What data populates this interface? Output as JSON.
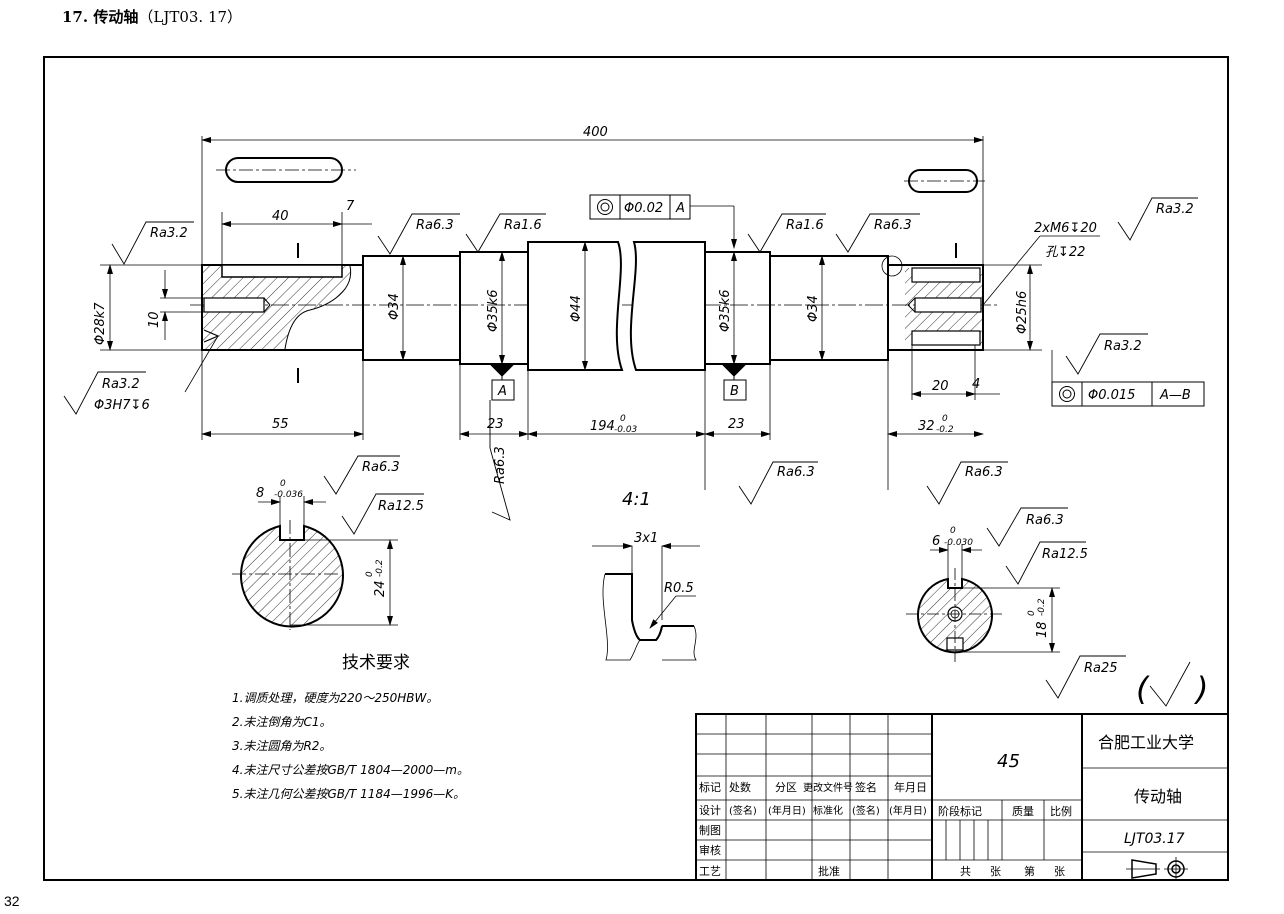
{
  "header": {
    "number": "17.",
    "title": "传动轴",
    "code": "（LJT03. 17）"
  },
  "page_number": "32",
  "dims": {
    "total": "400",
    "key_len": "40",
    "key_off": "7",
    "len55": "55",
    "len23a": "23",
    "len194": "194",
    "tol194_up": "0",
    "tol194_lo": "-0.03",
    "len23b": "23",
    "len32": "32",
    "tol32_up": "0",
    "tol32_lo": "-0.2",
    "len20": "20",
    "len4": "4",
    "d28": "Φ28k7",
    "d10": "10",
    "d34a": "Φ34",
    "d35a": "Φ35k6",
    "d44": "Φ44",
    "d35b": "Φ35k6",
    "d34b": "Φ34",
    "d25": "Φ25h6",
    "d3h7": "Φ3H7↧6",
    "thread1": "2xM6↧20",
    "thread2": "孔↧22"
  },
  "rough": {
    "r1": "Ra3.2",
    "r2": "Ra6.3",
    "r3": "Ra1.6",
    "r4": "Ra1.6",
    "r5": "Ra6.3",
    "r6": "Ra3.2",
    "r7": "Ra3.2",
    "r8": "Ra3.2",
    "r9": "Ra6.3",
    "r10": "Ra6.3",
    "r11": "Ra6.3",
    "r12": "Ra6.3",
    "r13": "Ra12.5",
    "r14": "Ra6.3",
    "r15": "Ra12.5",
    "r16": "Ra25"
  },
  "tol": {
    "tol1_val": "Φ0.02",
    "tol1_ref": "A",
    "tol2_val": "Φ0.015",
    "tol2_ref": "A—B"
  },
  "datum": {
    "a": "A",
    "b": "B"
  },
  "section1": {
    "width": "8",
    "w_up": "0",
    "w_lo": "-0.036",
    "depth": "24",
    "d_up": "0",
    "d_lo": "-0.2"
  },
  "section2": {
    "width": "6",
    "w_up": "0",
    "w_lo": "-0.030",
    "depth": "18",
    "d_up": "0",
    "d_lo": "-0.2"
  },
  "detail": {
    "scale": "4:1",
    "groove": "3x1",
    "radius": "R0.5"
  },
  "tech": {
    "title": "技术要求",
    "items": [
      "1.调质处理，硬度为220～250HBW。",
      "2.未注倒角为C1。",
      "3.未注圆角为R2。",
      "4.未注尺寸公差按GB/T 1804—2000—m。",
      "5.未注几何公差按GB/T 1184—1996—K。"
    ]
  },
  "title_block": {
    "material": "45",
    "school": "合肥工业大学",
    "part": "传动轴",
    "code": "LJT03.17",
    "row1": [
      "标记",
      "处数",
      "分区",
      "更改文件号",
      "签名",
      "年月日"
    ],
    "row2": [
      "设计",
      "(签名)",
      "(年月日)",
      "标准化",
      "(签名)",
      "(年月日)"
    ],
    "row3": "制图",
    "row4": "审核",
    "row5": "工艺",
    "approve": "批准",
    "stage": "阶段标记",
    "weight": "质量",
    "ratio": "比例",
    "total": "共",
    "sheets": "张",
    "sheet_no": "第",
    "sheet_u": "张"
  }
}
